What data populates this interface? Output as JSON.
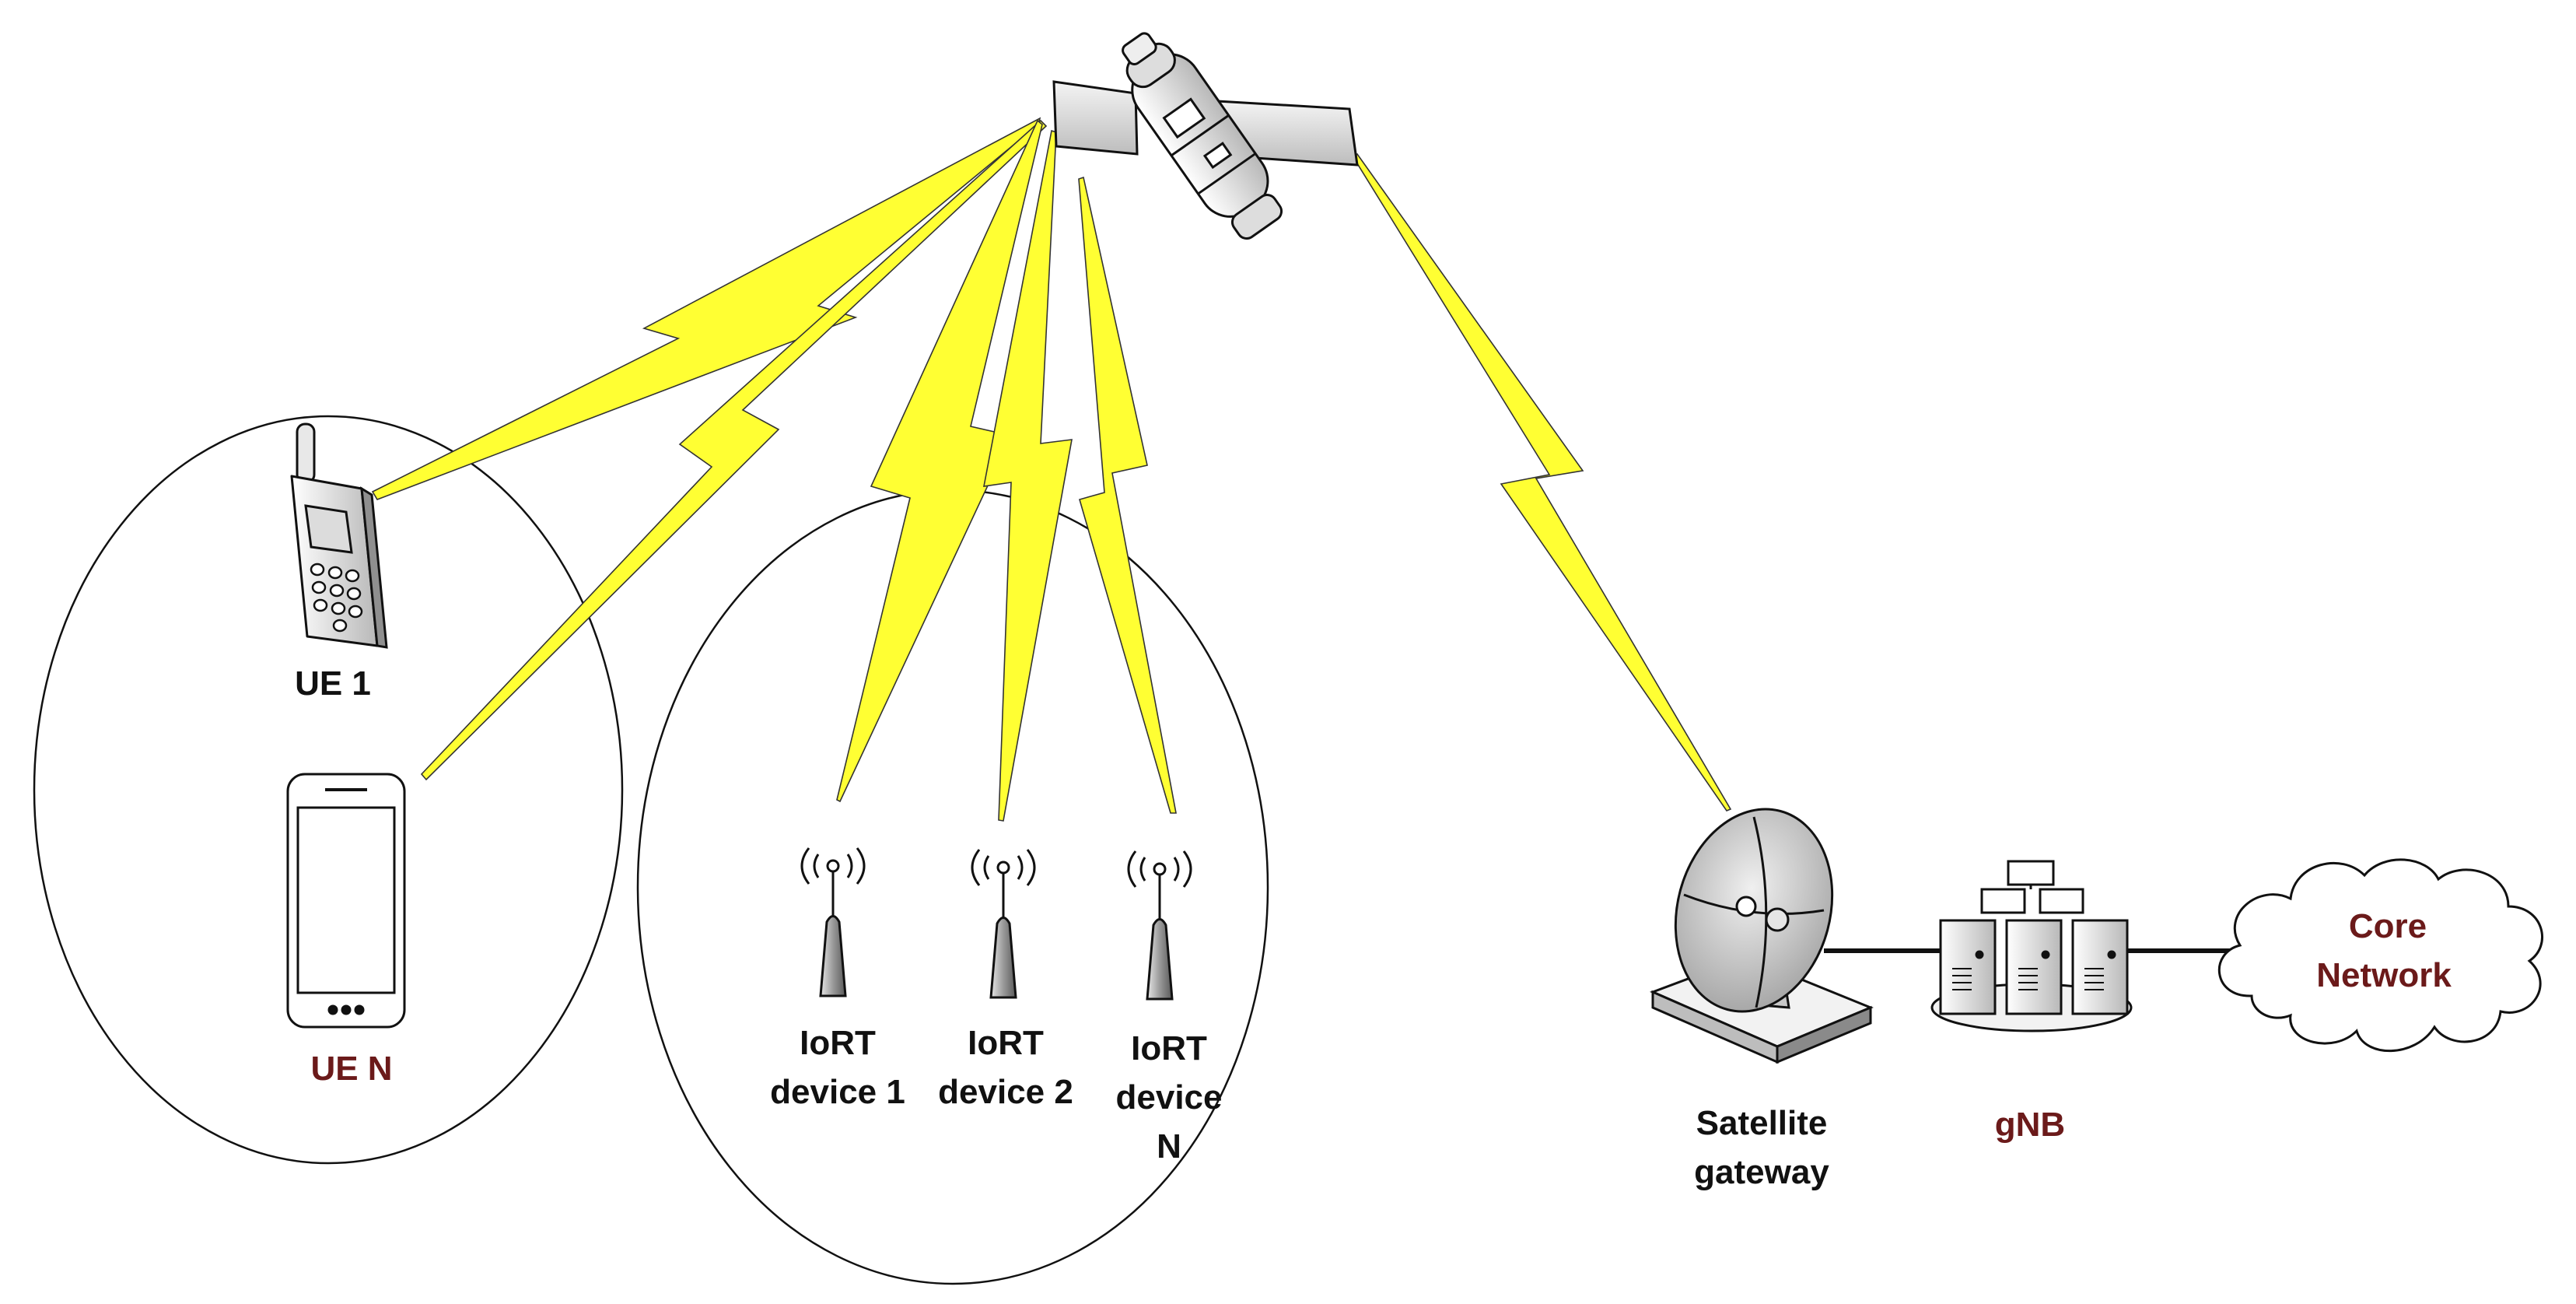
{
  "labels": {
    "ue1": "UE 1",
    "uen": "UE N",
    "iort1_l1": "IoRT",
    "iort1_l2": "device 1",
    "iort2_l1": "IoRT",
    "iort2_l2": "device 2",
    "iortn_l1": "IoRT",
    "iortn_l2": "device",
    "iortn_l3": "N",
    "gateway_l1": "Satellite",
    "gateway_l2": "gateway",
    "gnb": "gNB",
    "core_l1": "Core",
    "core_l2": "Network"
  },
  "colors": {
    "link": "#ffff33",
    "link_outline": "#333333",
    "accent_text": "#6b1a1a",
    "text": "#111111"
  },
  "icons": [
    "satellite-icon",
    "feature-phone-icon",
    "smartphone-icon",
    "antenna-icon",
    "satellite-dish-icon",
    "server-rack-icon",
    "cloud-icon"
  ]
}
